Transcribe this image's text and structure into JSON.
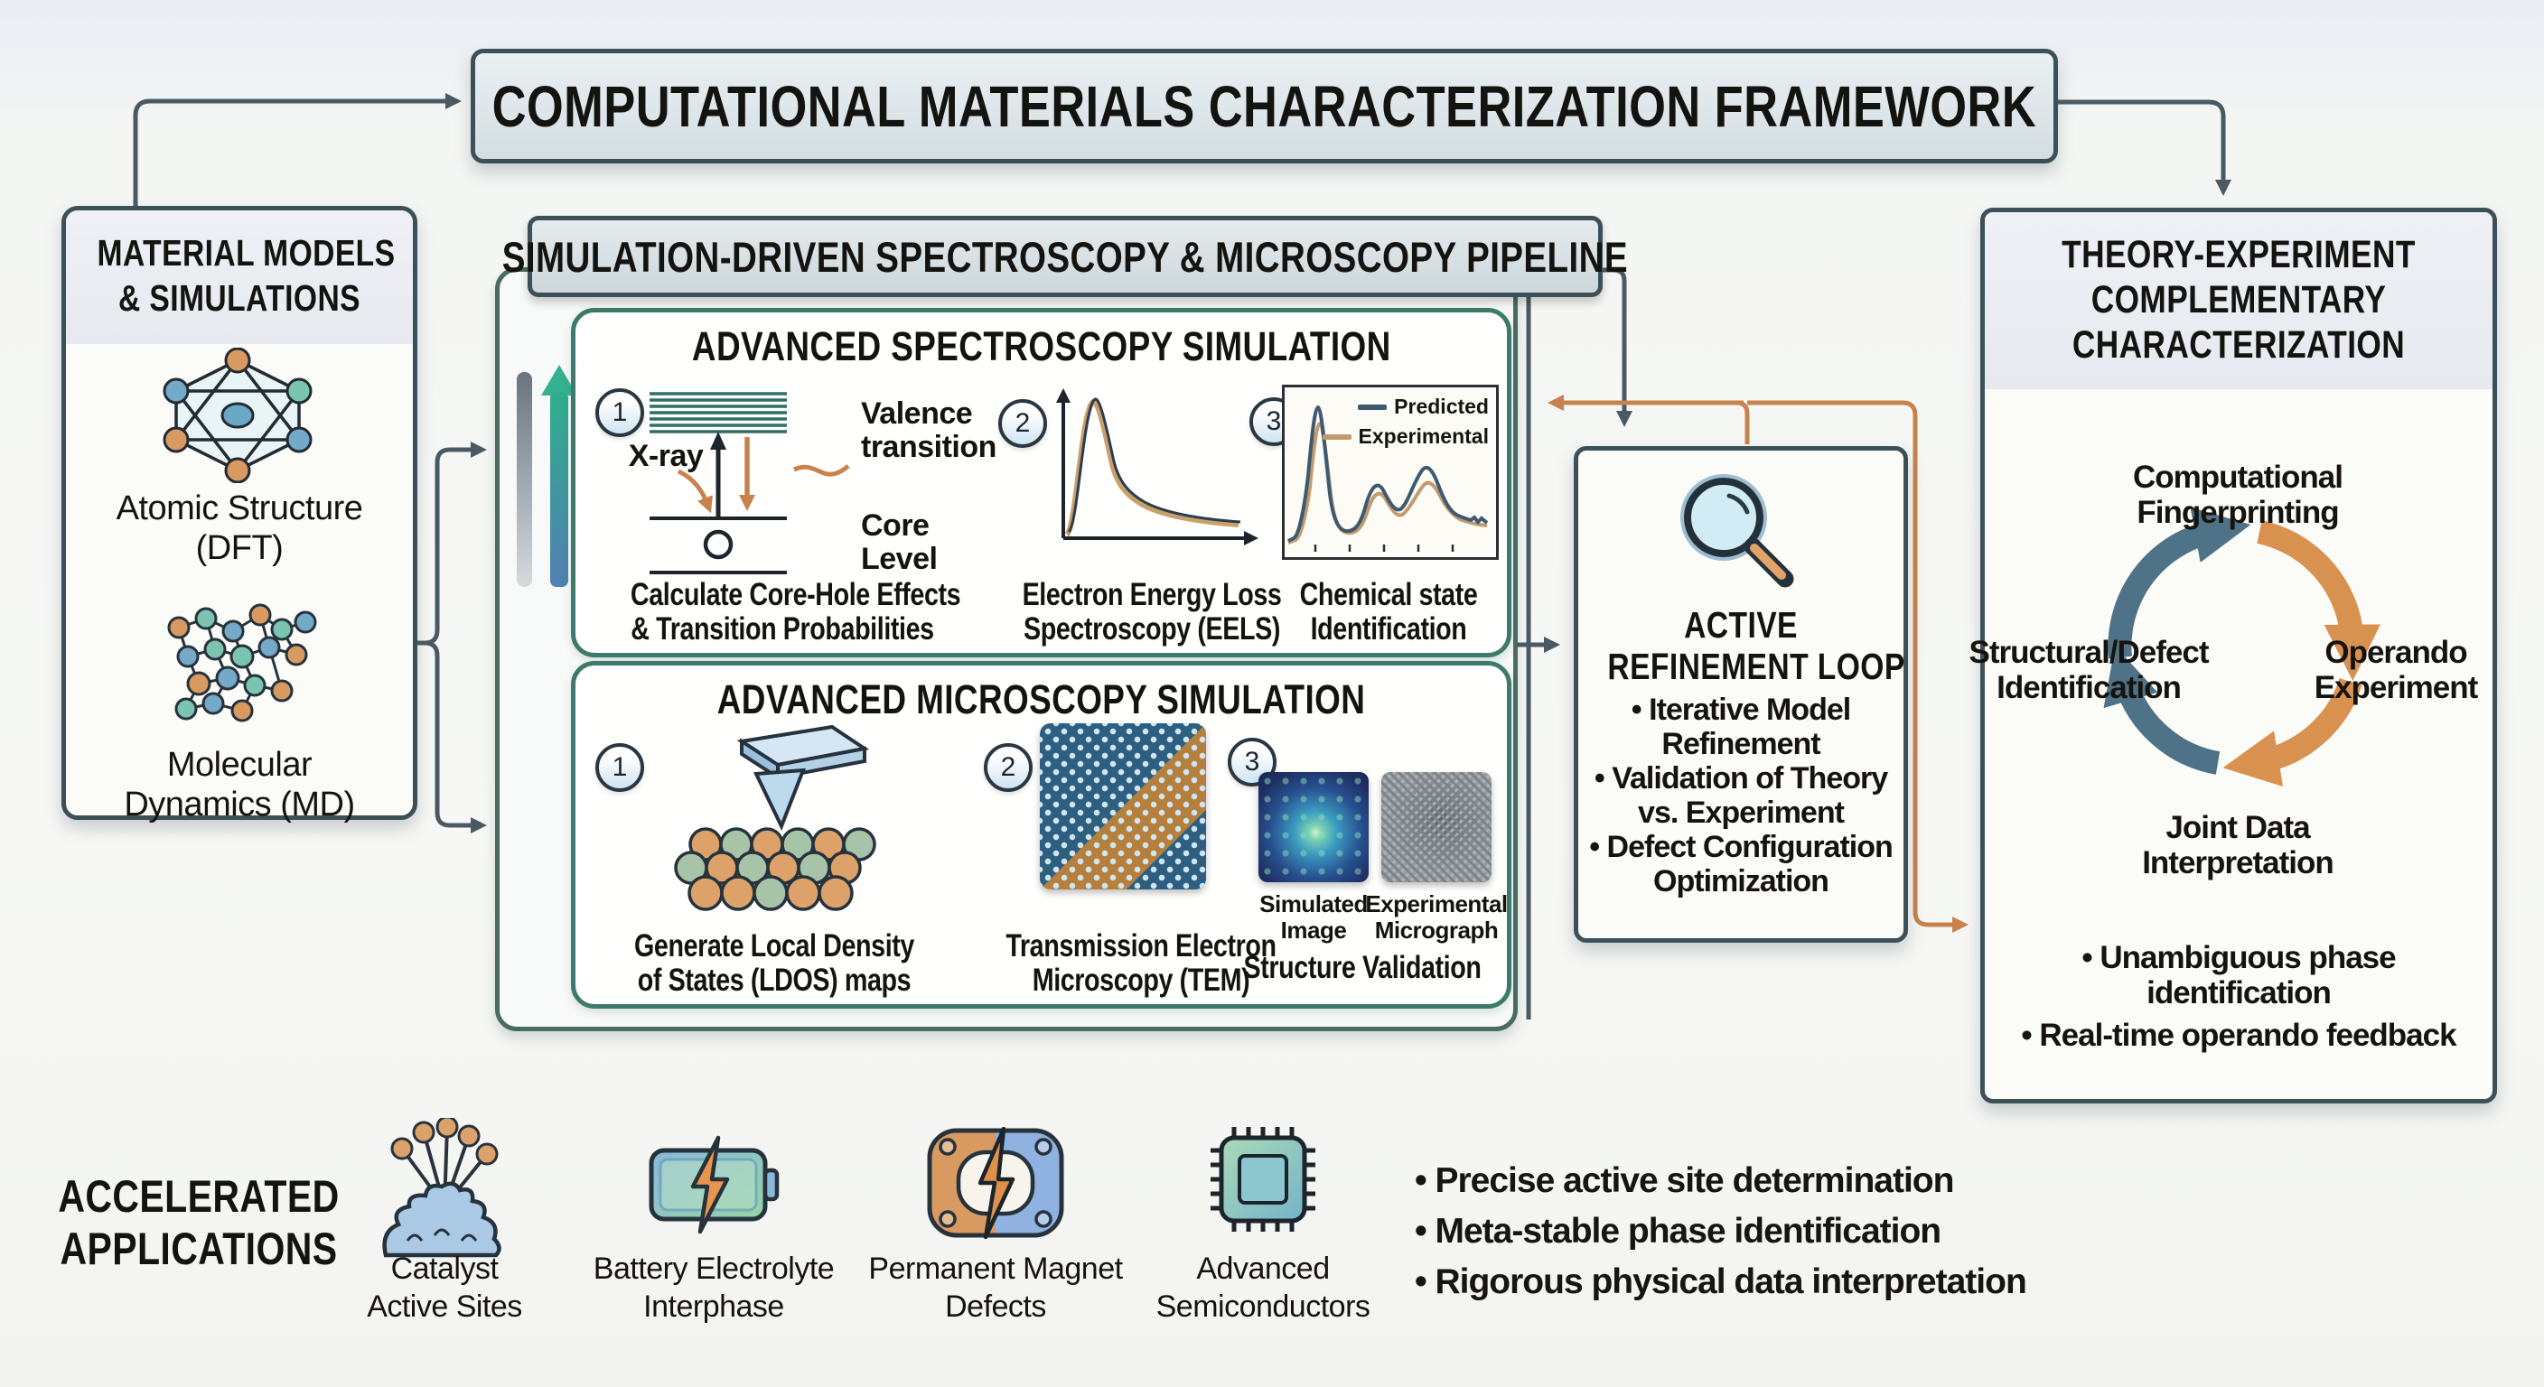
{
  "framework": {
    "title": "COMPUTATIONAL MATERIALS CHARACTERIZATION FRAMEWORK"
  },
  "material": {
    "title_lines": [
      "MATERIAL MODELS",
      "& SIMULATIONS"
    ],
    "items": [
      {
        "icon": "atomic-structure-icon",
        "label_lines": [
          "Atomic Structure",
          "(DFT)"
        ]
      },
      {
        "icon": "molecular-dynamics-icon",
        "label_lines": [
          "Molecular",
          "Dynamics (MD)"
        ]
      }
    ]
  },
  "pipeline": {
    "title": "SIMULATION-DRIVEN SPECTROSCOPY & MICROSCOPY PIPELINE",
    "spectroscopy": {
      "title": "ADVANCED SPECTROSCOPY SIMULATION",
      "step1": {
        "num": "1",
        "xray": "X-ray",
        "valence_lines": [
          "Valence",
          "transition"
        ],
        "core_lines": [
          "Core",
          "Level"
        ],
        "caption_lines": [
          "Calculate Core-Hole Effects",
          "& Transition Probabilities"
        ]
      },
      "step2": {
        "num": "2",
        "caption_lines": [
          "Electron Energy Loss",
          "Spectroscopy (EELS)"
        ]
      },
      "step3": {
        "num": "3",
        "legend": [
          "Predicted",
          "Experimental"
        ],
        "caption_lines": [
          "Chemical state",
          "Identification"
        ]
      }
    },
    "microscopy": {
      "title": "ADVANCED MICROSCOPY SIMULATION",
      "step1": {
        "num": "1",
        "caption_lines": [
          "Generate Local Density",
          "of States (LDOS) maps"
        ]
      },
      "step2": {
        "num": "2",
        "caption_lines": [
          "Transmission Electron",
          "Microscopy (TEM)"
        ]
      },
      "step3": {
        "num": "3",
        "image1_lines": [
          "Simulated",
          "Image"
        ],
        "image2_lines": [
          "Experimental",
          "Micrograph"
        ],
        "caption": "Structure Validation"
      }
    }
  },
  "refinement": {
    "title_lines": [
      "ACTIVE",
      "REFINEMENT LOOP"
    ],
    "bullets": [
      [
        "• Iterative Model",
        "Refinement"
      ],
      [
        "• Validation of Theory",
        "vs. Experiment"
      ],
      [
        "• Defect Configuration",
        "Optimization"
      ]
    ]
  },
  "theory": {
    "title_lines": [
      "THEORY-EXPERIMENT",
      "COMPLEMENTARY",
      "CHARACTERIZATION"
    ],
    "cycle": {
      "top_lines": [
        "Computational",
        "Fingerprinting"
      ],
      "right_lines": [
        "Operando",
        "Experiment"
      ],
      "bottom_lines": [
        "Joint Data",
        "Interpretation"
      ],
      "left_lines": [
        "Structural/Defect",
        "Identification"
      ]
    },
    "bullets_lines": [
      [
        "• Unambiguous phase",
        "identification"
      ],
      [
        "• Real-time operando feedback"
      ]
    ]
  },
  "applications": {
    "title_lines": [
      "ACCELERATED",
      "APPLICATIONS"
    ],
    "items": [
      {
        "icon": "catalyst-icon",
        "label_lines": [
          "Catalyst",
          "Active Sites"
        ]
      },
      {
        "icon": "battery-icon",
        "label_lines": [
          "Battery Electrolyte",
          "Interphase"
        ]
      },
      {
        "icon": "magnet-icon",
        "label_lines": [
          "Permanent Magnet",
          "Defects"
        ]
      },
      {
        "icon": "chip-icon",
        "label_lines": [
          "Advanced",
          "Semiconductors"
        ]
      }
    ],
    "bullets": [
      "• Precise active site determination",
      "• Meta-stable phase identification",
      "• Rigorous physical data interpretation"
    ]
  },
  "colors": {
    "dark_border": "#3c5058",
    "green_border": "#3e7a6b",
    "slate_connector": "#4a5a63",
    "orange_accent": "#c8824c",
    "teal_arc": "#4e7287",
    "orange_arc": "#d9914f",
    "predicted": "#3d5a70",
    "experimental": "#c49a6c"
  }
}
